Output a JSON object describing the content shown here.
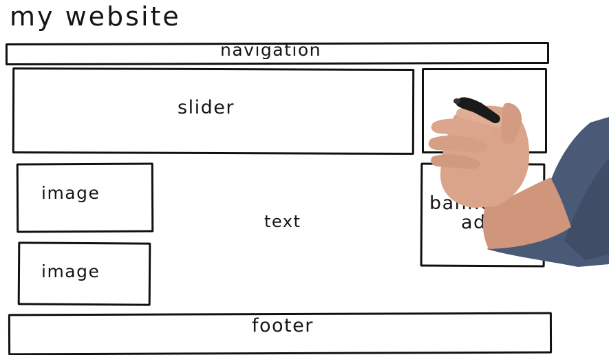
{
  "title": "my website",
  "wireframe": {
    "navigation": "navigation",
    "slider": "slider",
    "image_1": "image",
    "image_2": "image",
    "text": "text",
    "banner_line1": "banner",
    "banner_line2": "ad",
    "footer": "footer"
  },
  "colors": {
    "ink": "#151515",
    "skin": "#d9a48a",
    "sleeve": "#4a5a76",
    "marker": "#1a1a1a"
  }
}
